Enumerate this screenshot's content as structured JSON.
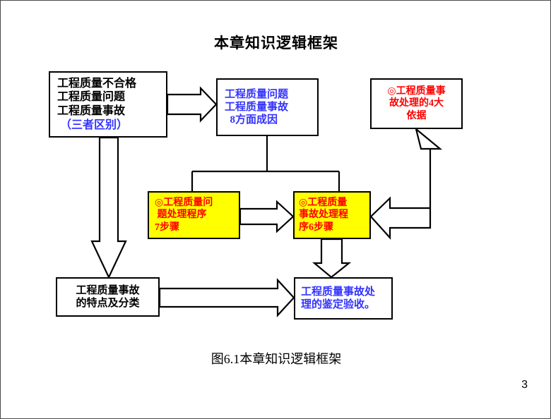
{
  "slide": {
    "title": "本章知识逻辑框架",
    "figure_caption": "图6.1本章知识逻辑框架",
    "page_number": "3"
  },
  "colors": {
    "black": "#000000",
    "blue": "#3333FF",
    "red": "#FF0000",
    "yellow_fill": "#FFFF00",
    "border": "#000000",
    "background": "#FFFFFF"
  },
  "diagram": {
    "nodes": {
      "definitions": {
        "name": "工程质量概念区别框",
        "fill": "#FFFFFF",
        "lines": [
          {
            "text": "工程质量不合格",
            "color": "#000000"
          },
          {
            "text": "工程质量问题",
            "color": "#000000"
          },
          {
            "text": "工程质量事故",
            "color": "#000000"
          },
          {
            "text": " （三者区别）",
            "color": "#3333FF"
          }
        ]
      },
      "causes": {
        "name": "8方面成因框",
        "fill": "#FFFFFF",
        "lines": [
          {
            "text": "工程质量问题",
            "color": "#3333FF"
          },
          {
            "text": "工程质量事故",
            "color": "#3333FF"
          },
          {
            "text": "  8方面成因",
            "color": "#3333FF"
          }
        ]
      },
      "basis": {
        "name": "事故处理4大依据框",
        "fill": "#FFFFFF",
        "lines": [
          {
            "text": "◎工程质量事",
            "color": "#FF0000"
          },
          {
            "text": "故处理的4大",
            "color": "#FF0000"
          },
          {
            "text": "依据",
            "color": "#FF0000"
          }
        ]
      },
      "problem_procedure": {
        "name": "质量问题处理程序框",
        "fill": "#FFFF00",
        "lines": [
          {
            "text": "◎工程质量问",
            "color": "#FF0000"
          },
          {
            "text": " 题处理程序",
            "color": "#FF0000"
          },
          {
            "text": "7步骤",
            "color": "#FF0000"
          }
        ]
      },
      "accident_procedure": {
        "name": "质量事故处理程序框",
        "fill": "#FFFF00",
        "lines": [
          {
            "text": "◎工程质量",
            "color": "#FF0000"
          },
          {
            "text": "事故处理程",
            "color": "#FF0000"
          },
          {
            "text": "序6步骤",
            "color": "#FF0000"
          }
        ]
      },
      "features": {
        "name": "事故特点及分类框",
        "fill": "#FFFFFF",
        "lines": [
          {
            "text": "工程质量事故",
            "color": "#000000"
          },
          {
            "text": "的特点及分类",
            "color": "#000000"
          }
        ]
      },
      "acceptance": {
        "name": "鉴定验收框",
        "fill": "#FFFFFF",
        "lines": [
          {
            "text": "工程质量事故处",
            "color": "#3333FF"
          },
          {
            "text": "理的鉴定验收。",
            "color": "#3333FF"
          }
        ]
      }
    },
    "connectors": [
      {
        "id": "definitions-to-causes",
        "style": "block-arrow",
        "direction": "right"
      },
      {
        "id": "definitions-to-features",
        "style": "block-arrow",
        "direction": "down"
      },
      {
        "id": "causes-to-procedures",
        "style": "plain-line",
        "direction": "tree-split-down"
      },
      {
        "id": "problem-proc-to-accident-proc",
        "style": "block-arrow",
        "direction": "right"
      },
      {
        "id": "accident-proc-to-acceptance",
        "style": "block-arrow",
        "direction": "down"
      },
      {
        "id": "features-to-acceptance",
        "style": "block-arrow",
        "direction": "right"
      },
      {
        "id": "accident-proc-to-basis",
        "style": "bent-double-block-arrow",
        "direction": "left-and-up"
      }
    ]
  }
}
